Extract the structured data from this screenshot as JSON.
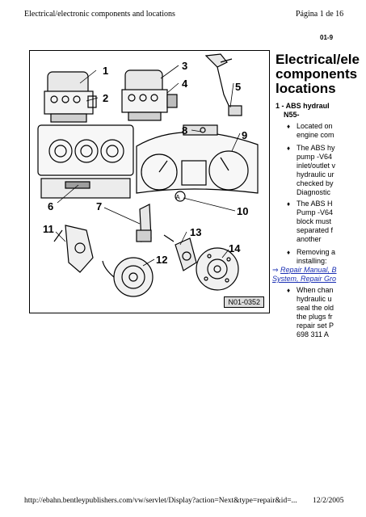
{
  "header": {
    "doc_title": "Electrical/electronic components and locations",
    "page_label": "Página 1 de 16"
  },
  "section_code": "01-9",
  "figure": {
    "callouts": [
      "1",
      "2",
      "3",
      "4",
      "5",
      "6",
      "7",
      "8",
      "9",
      "10",
      "11",
      "12",
      "13",
      "14"
    ],
    "code": "N01-0352",
    "symbol_letter": "A"
  },
  "title_lines": [
    "Electrical/ele",
    "components",
    "locations"
  ],
  "item1": {
    "heading_line1": "1 - ABS hydraul",
    "heading_line2": "N55-"
  },
  "bullets": [
    [
      "Located on",
      "engine com"
    ],
    [
      "The ABS hy",
      "pump -V64",
      "inlet/outlet v",
      "hydraulic ur",
      "checked by",
      "Diagnostic"
    ],
    [
      "The ABS H",
      "Pump -V64",
      "block must",
      "separated f",
      "another"
    ],
    [
      "Removing a",
      "installing:"
    ]
  ],
  "link": {
    "arrow": "⇒",
    "line1": "Repair Manual, B",
    "line2": "System, Repair Gro"
  },
  "last_bullet": [
    "When chan",
    "hydraulic u",
    "seal the old",
    "the plugs fr",
    "repair set P",
    "698 311 A"
  ],
  "bullet_symbol": "♦",
  "footer": {
    "url": "http://ebahn.bentleypublishers.com/vw/servlet/Display?action=Next&type=repair&id=...",
    "date": "12/2/2005"
  }
}
